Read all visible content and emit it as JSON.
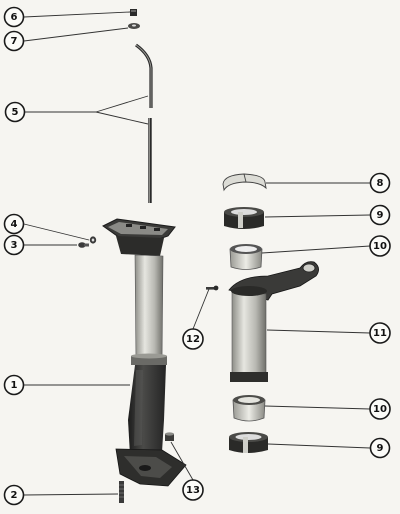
{
  "diagram": {
    "callouts": [
      {
        "id": "c6",
        "label": "6"
      },
      {
        "id": "c7",
        "label": "7"
      },
      {
        "id": "c5",
        "label": "5"
      },
      {
        "id": "c4",
        "label": "4"
      },
      {
        "id": "c3",
        "label": "3"
      },
      {
        "id": "c1",
        "label": "1"
      },
      {
        "id": "c2",
        "label": "2"
      },
      {
        "id": "c8",
        "label": "8"
      },
      {
        "id": "c9a",
        "label": "9"
      },
      {
        "id": "c10a",
        "label": "10"
      },
      {
        "id": "c11",
        "label": "11"
      },
      {
        "id": "c12",
        "label": "12"
      },
      {
        "id": "c10b",
        "label": "10"
      },
      {
        "id": "c9b",
        "label": "9"
      },
      {
        "id": "c13",
        "label": "13"
      }
    ]
  },
  "colors": {
    "paper": "#f6f5f1",
    "ink": "#1a1a1a",
    "dark-metal": "#2e2e2e",
    "light-metal": "#bdbdb8"
  }
}
